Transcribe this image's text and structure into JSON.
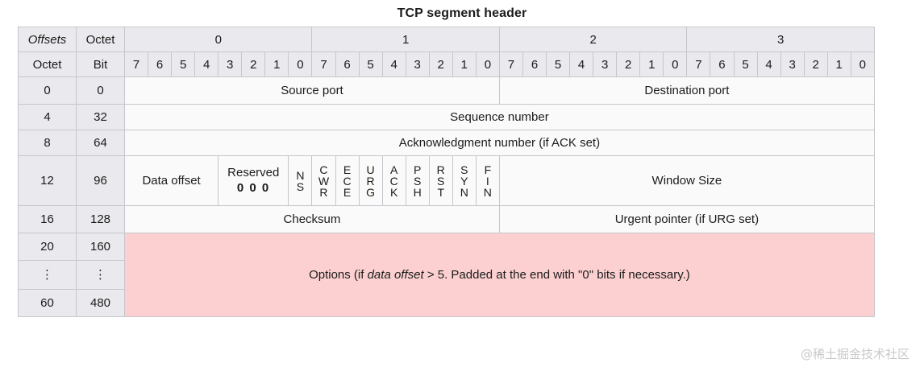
{
  "title": "TCP segment header",
  "watermark": "@稀土掘金技术社区",
  "colors": {
    "header_bg": "#eaeaee",
    "field_bg": "#fafafa",
    "options_bg": "#fcd0d0",
    "border": "#c6c6cc",
    "blue_label": "#1a52b8",
    "text": "#1b1b1b"
  },
  "header": {
    "offsets_label": "Offsets",
    "octet_label_top": "Octet",
    "octet_label_left": "Octet",
    "bit_label": "Bit",
    "octets": [
      "0",
      "1",
      "2",
      "3"
    ],
    "bits": [
      "7",
      "6",
      "5",
      "4",
      "3",
      "2",
      "1",
      "0",
      "7",
      "6",
      "5",
      "4",
      "3",
      "2",
      "1",
      "0",
      "7",
      "6",
      "5",
      "4",
      "3",
      "2",
      "1",
      "0",
      "7",
      "6",
      "5",
      "4",
      "3",
      "2",
      "1",
      "0"
    ]
  },
  "rows": [
    {
      "octet_offset": "0",
      "bit_offset": "0",
      "fields": [
        {
          "label": "Source port",
          "bits": 16
        },
        {
          "label": "Destination port",
          "bits": 16
        }
      ]
    },
    {
      "octet_offset": "4",
      "bit_offset": "32",
      "fields": [
        {
          "label": "Sequence number",
          "bits": 32
        }
      ]
    },
    {
      "octet_offset": "8",
      "bit_offset": "64",
      "fields": [
        {
          "label": "Acknowledgment number (if ACK set)",
          "bits": 32
        }
      ]
    },
    {
      "octet_offset": "12",
      "bit_offset": "96",
      "fields": [
        {
          "label": "Data offset",
          "bits": 4
        },
        {
          "label": "Reserved",
          "sublabel": "0 0 0",
          "bits": 3
        },
        {
          "label": "NS",
          "bits": 1,
          "vertical": true
        },
        {
          "label": "CWR",
          "bits": 1,
          "vertical": true
        },
        {
          "label": "ECE",
          "bits": 1,
          "vertical": true
        },
        {
          "label": "URG",
          "bits": 1,
          "vertical": true
        },
        {
          "label": "ACK",
          "bits": 1,
          "vertical": true
        },
        {
          "label": "PSH",
          "bits": 1,
          "vertical": true
        },
        {
          "label": "RST",
          "bits": 1,
          "vertical": true
        },
        {
          "label": "SYN",
          "bits": 1,
          "vertical": true
        },
        {
          "label": "FIN",
          "bits": 1,
          "vertical": true
        },
        {
          "label": "Window Size",
          "bits": 16
        }
      ]
    },
    {
      "octet_offset": "16",
      "bit_offset": "128",
      "fields": [
        {
          "label": "Checksum",
          "bits": 16
        },
        {
          "label": "Urgent pointer (if URG set)",
          "bits": 16
        }
      ]
    },
    {
      "octet_offset": "20",
      "bit_offset": "160",
      "fields": []
    },
    {
      "octet_offset": "⋮",
      "bit_offset": "⋮",
      "fields": []
    },
    {
      "octet_offset": "60",
      "bit_offset": "480",
      "fields": []
    }
  ],
  "options_block": {
    "prefix": "Options (if ",
    "italic": "data offset",
    "suffix": " > 5. Padded at the end with \"0\" bits if necessary.)"
  }
}
